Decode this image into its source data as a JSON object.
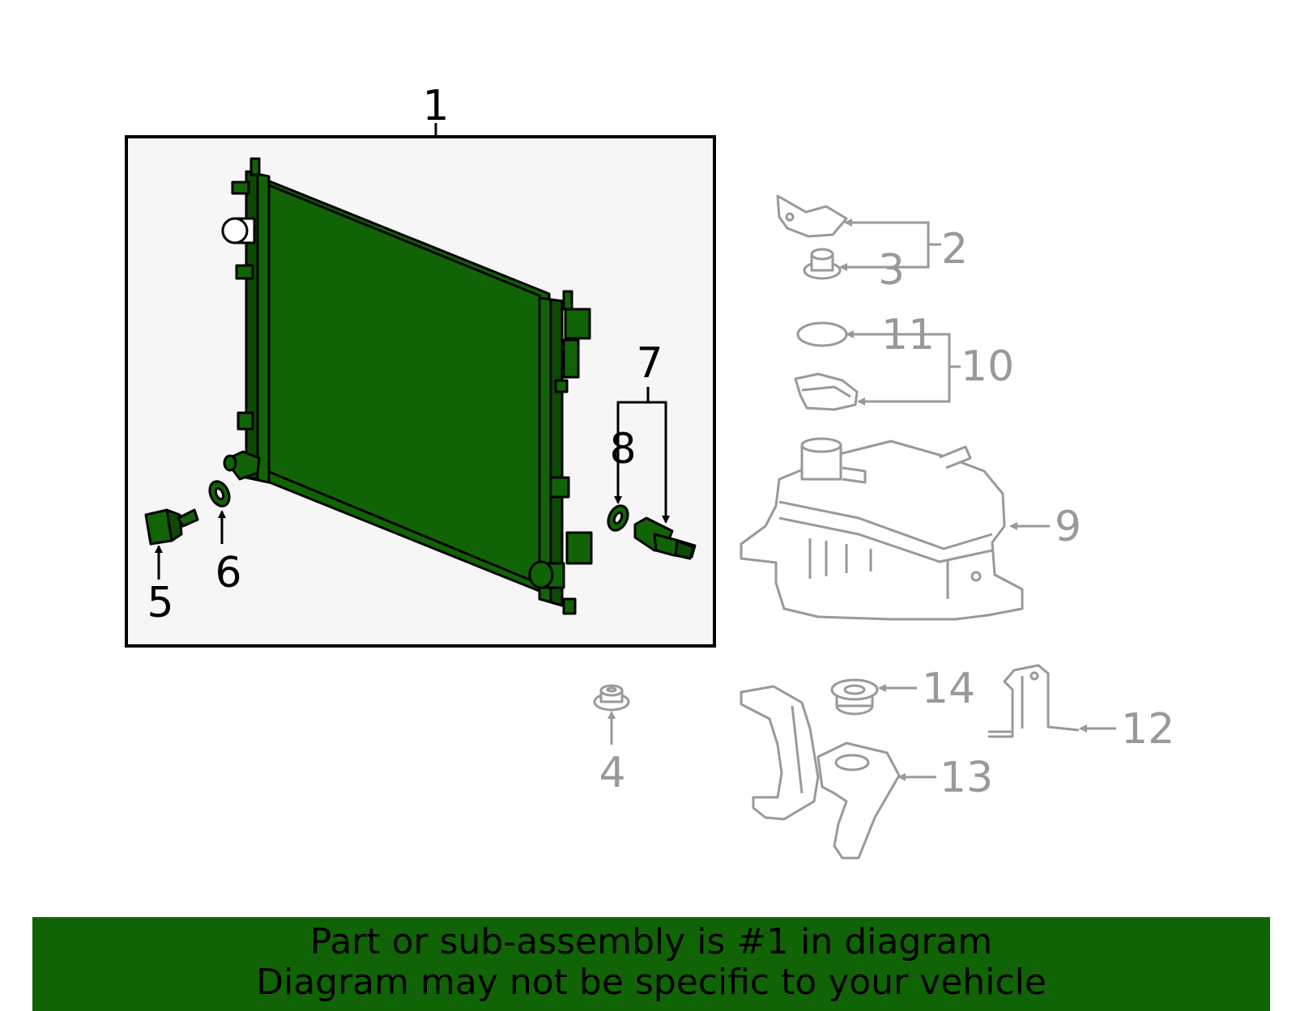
{
  "colors": {
    "highlight": "#116405",
    "highlight_dark": "#0c4a03",
    "box_fill": "#f6f6f6",
    "outline": "#000000",
    "other_parts": "#999999",
    "banner_bg": "#116405",
    "banner_text": "#000000"
  },
  "callouts": {
    "p1": "1",
    "p2": "2",
    "p3": "3",
    "p4": "4",
    "p5": "5",
    "p6": "6",
    "p7": "7",
    "p8": "8",
    "p9": "9",
    "p10": "10",
    "p11": "11",
    "p12": "12",
    "p13": "13",
    "p14": "14"
  },
  "banner": {
    "line1": "Part or sub-assembly is #1 in diagram",
    "line2": "Diagram may not be specific to your vehicle"
  }
}
